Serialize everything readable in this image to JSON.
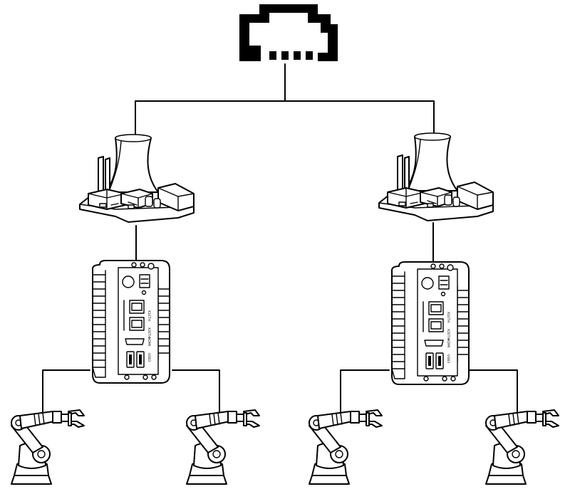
{
  "diagram": {
    "line_color": "#000000",
    "background": "#ffffff",
    "cloud": {
      "icon": "cloud-icon"
    },
    "branches": [
      {
        "factory": {
          "icon": "factory-icon"
        },
        "gateway": {
          "icon": "edge-gateway-icon",
          "labels": [
            "X1ETH",
            "X2ETH",
            "HDMI",
            "USB3"
          ]
        },
        "robots": [
          {
            "icon": "robot-arm-icon"
          },
          {
            "icon": "robot-arm-icon"
          }
        ]
      },
      {
        "factory": {
          "icon": "factory-icon"
        },
        "gateway": {
          "icon": "edge-gateway-icon",
          "labels": [
            "X1ETH",
            "X2ETH",
            "HDMI",
            "USB3"
          ]
        },
        "robots": [
          {
            "icon": "robot-arm-icon"
          },
          {
            "icon": "robot-arm-icon"
          }
        ]
      }
    ]
  }
}
